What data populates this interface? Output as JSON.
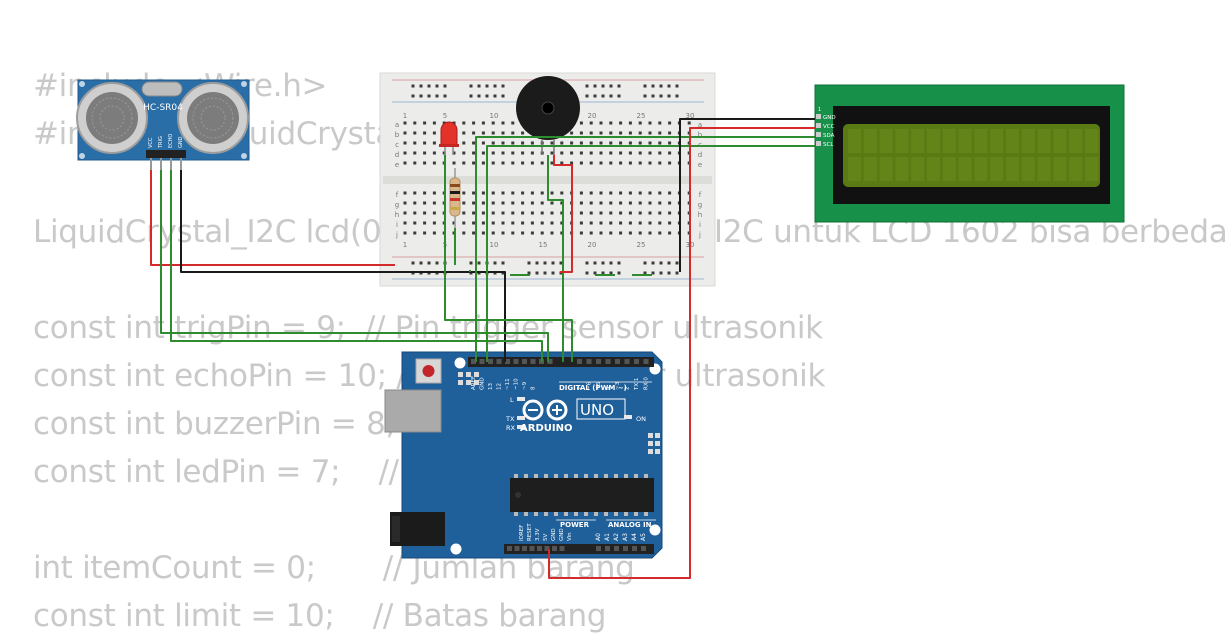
{
  "code_lines": [
    "#include <Wire.h>",
    "#include <LiquidCrystal_I2C.h>",
    "",
    "LiquidCrystal_I2C lcd(0x27, 16, 2); // Alamat I2C untuk LCD 1602 bisa berbeda",
    "",
    "const int trigPin = 9;  // Pin trigger sensor ultrasonik",
    "const int echoPin = 10; // Pin echo sensor ultrasonik",
    "const int buzzerPin = 8; // Pin buzzer",
    "const int ledPin = 7;    // Pin LED",
    "",
    "int itemCount = 0;       // Jumlah barang",
    "const int limit = 10;    // Batas barang"
  ],
  "sensor": {
    "name": "HC-SR04",
    "pins": [
      "VCC",
      "TRIG",
      "ECHO",
      "GND"
    ]
  },
  "breadboard": {
    "column_numbers": [
      "1",
      "5",
      "10",
      "15",
      "20",
      "25",
      "30"
    ],
    "row_letters_top": [
      "a",
      "b",
      "c",
      "d",
      "e"
    ],
    "row_letters_bottom": [
      "f",
      "g",
      "h",
      "i",
      "j"
    ]
  },
  "lcd": {
    "pin_index": "1",
    "pins": [
      "GND",
      "VCC",
      "SDA",
      "SCL"
    ]
  },
  "arduino": {
    "logo_text": "ARDUINO",
    "model": "UNO",
    "on_label": "ON",
    "digital_header": "DIGITAL (PWM ~)",
    "power_header": "POWER",
    "analog_header": "ANALOG IN",
    "l_label": "L",
    "tx_label": "TX",
    "rx_label": "RX",
    "digital_pins": [
      "AREF",
      "GND",
      "13",
      "12",
      "~11",
      "~10",
      "~9",
      "8",
      "7",
      "~6",
      "~5",
      "4",
      "~3",
      "2",
      "TX 1",
      "RX 0"
    ],
    "power_pins": [
      "IOREF",
      "RESET",
      "3.3V",
      "5V",
      "GND",
      "GND",
      "Vin"
    ],
    "analog_pins": [
      "A0",
      "A1",
      "A2",
      "A3",
      "A4",
      "A5"
    ]
  },
  "colors": {
    "wire_red": "#d42a2a",
    "wire_black": "#1a1a1a",
    "wire_green": "#2e8b2e",
    "board_blue": "#1f5f9a",
    "lcd_green": "#17904a",
    "lcd_screen": "#5a7a14",
    "code_text": "#c9c9c9"
  }
}
